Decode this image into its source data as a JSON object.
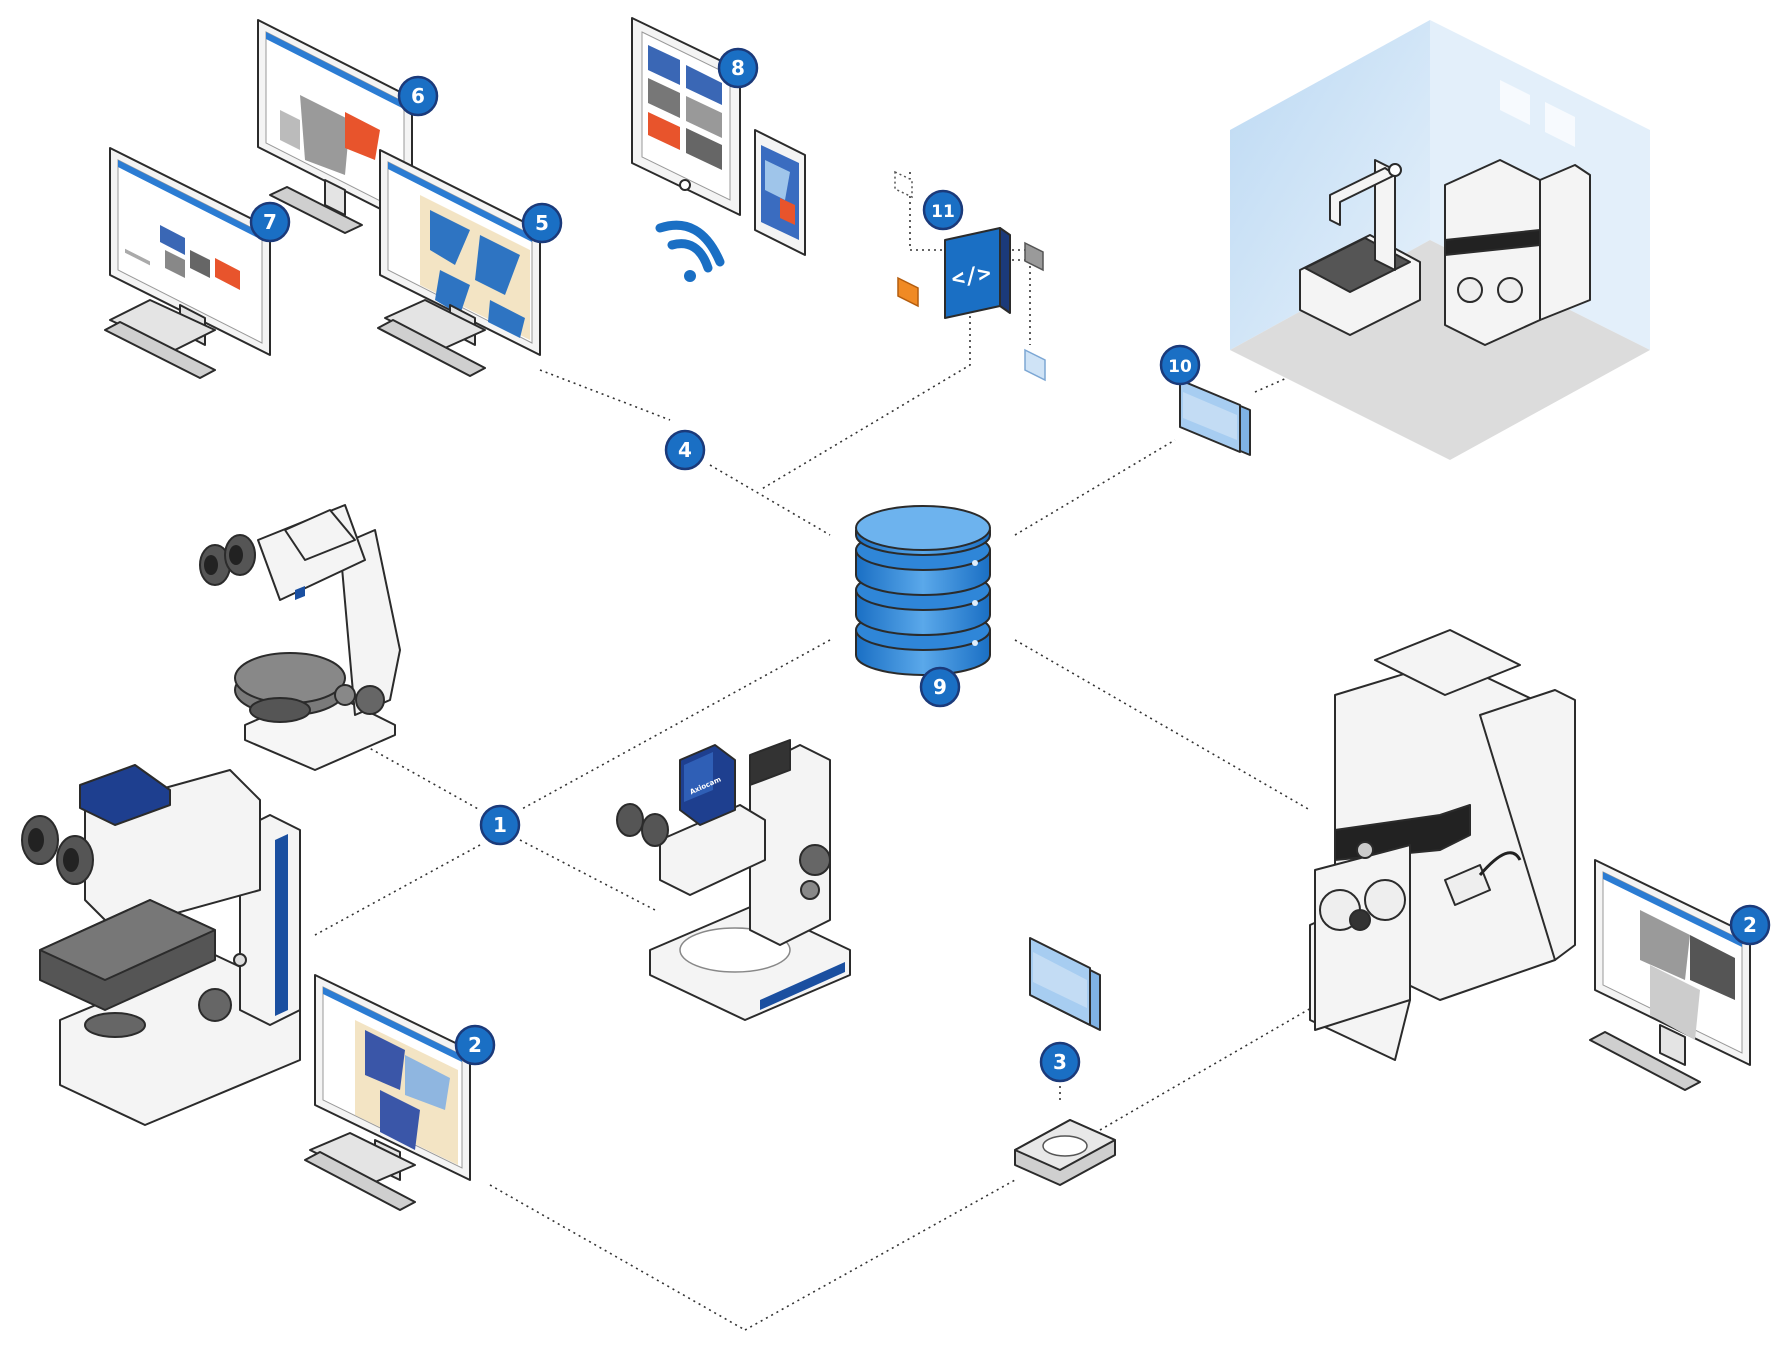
{
  "diagram": {
    "badges": {
      "b1": "1",
      "b2a": "2",
      "b2b": "2",
      "b3": "3",
      "b4": "4",
      "b5": "5",
      "b6": "6",
      "b7": "7",
      "b8": "8",
      "b9": "9",
      "b10": "10",
      "b11": "11"
    },
    "code_symbol": "</>",
    "camera_brand": "Axiocam",
    "colors": {
      "accent_blue": "#1a6fc4",
      "dark_navy": "#1b3a7a",
      "light_blue": "#9fc5ea",
      "orange": "#f08a24",
      "room_blue": "#cfe4f7"
    }
  }
}
